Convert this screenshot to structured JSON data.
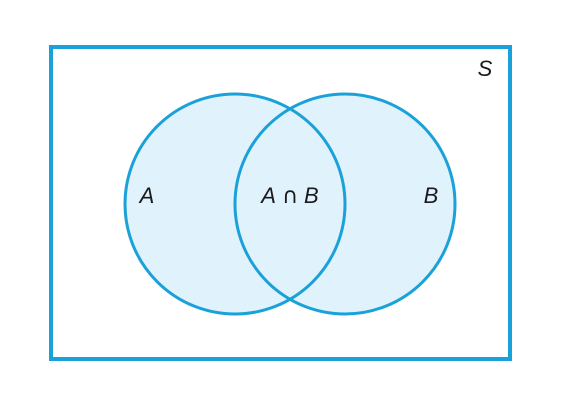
{
  "diagram": {
    "labels": {
      "universe": "S",
      "set_a": "A",
      "set_b": "B",
      "intersection_left": "A",
      "intersection_symbol": "∩",
      "intersection_right": "B"
    },
    "colors": {
      "outline": "#1ba1d9",
      "fill": "#e0f2fb",
      "text": "#1a1a1a"
    }
  }
}
